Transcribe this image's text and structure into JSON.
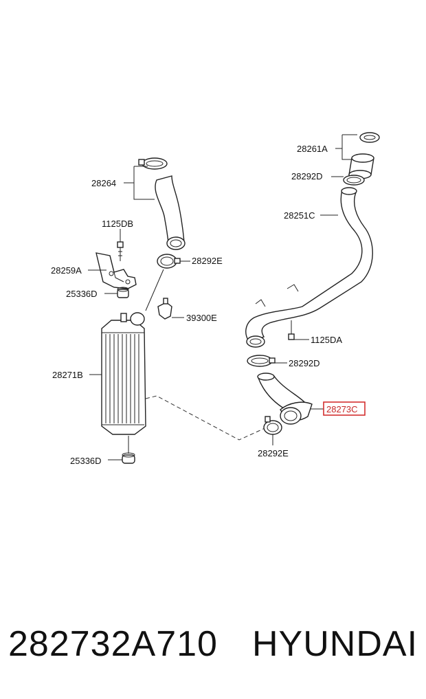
{
  "parts": {
    "hose_28264": "28264",
    "bolt_1125DB": "1125DB",
    "bracket_28259A": "28259A",
    "mount_upper_25336D": "25336D",
    "intercooler_28271B": "28271B",
    "mount_lower_25336D": "25336D",
    "clamp_28292E_upper": "28292E",
    "sensor_39300E": "39300E",
    "cap_28261A": "28261A",
    "clamp_28292D_upper": "28292D",
    "pipe_28251C": "28251C",
    "bolt_1125DA": "1125DA",
    "clamp_28292D_lower": "28292D",
    "hose_28273C": "28273C",
    "clamp_28292E_lower": "28292E"
  },
  "highlight_color": "#d32f2f",
  "caption": {
    "part_number": "282732A710",
    "brand": "HYUNDAI"
  }
}
